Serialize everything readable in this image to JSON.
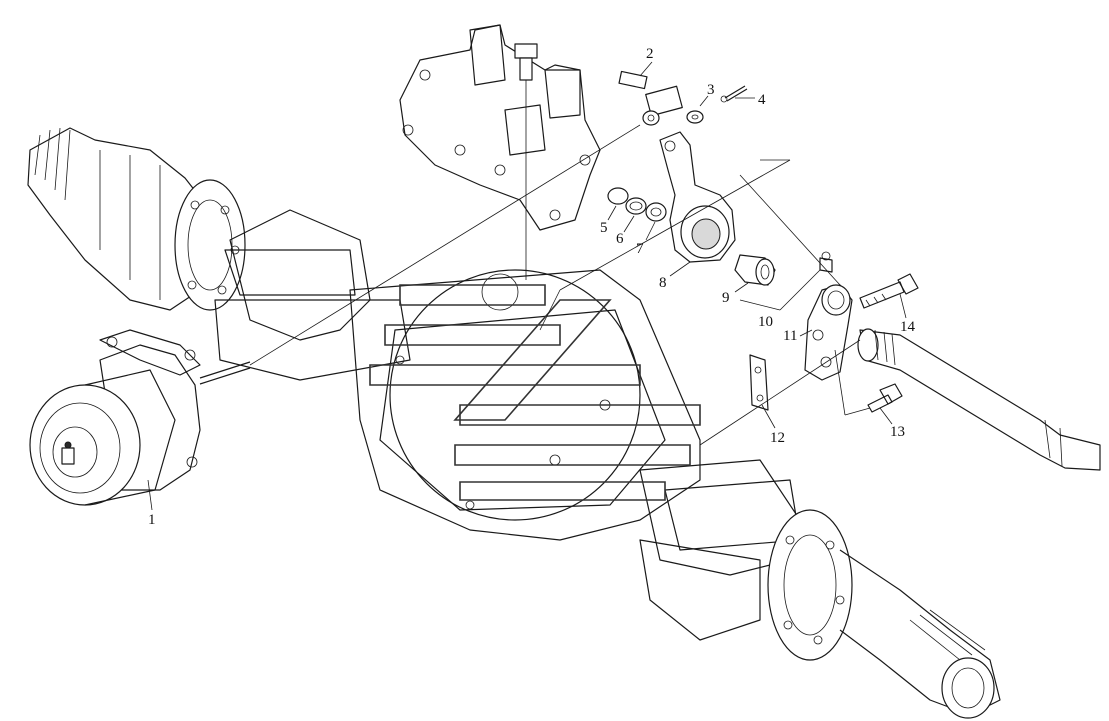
{
  "diagram": {
    "callouts": [
      {
        "id": "callout-1",
        "label": "1"
      },
      {
        "id": "callout-2",
        "label": "2"
      },
      {
        "id": "callout-3",
        "label": "3"
      },
      {
        "id": "callout-4",
        "label": "4"
      },
      {
        "id": "callout-5",
        "label": "5"
      },
      {
        "id": "callout-6",
        "label": "6"
      },
      {
        "id": "callout-7",
        "label": "7"
      },
      {
        "id": "callout-8",
        "label": "8"
      },
      {
        "id": "callout-9",
        "label": "9"
      },
      {
        "id": "callout-10",
        "label": "10"
      },
      {
        "id": "callout-11",
        "label": "11"
      },
      {
        "id": "callout-12",
        "label": "12"
      },
      {
        "id": "callout-13",
        "label": "13"
      },
      {
        "id": "callout-14",
        "label": "14"
      }
    ],
    "line_color": "#1a1a1a",
    "background": "#ffffff"
  }
}
